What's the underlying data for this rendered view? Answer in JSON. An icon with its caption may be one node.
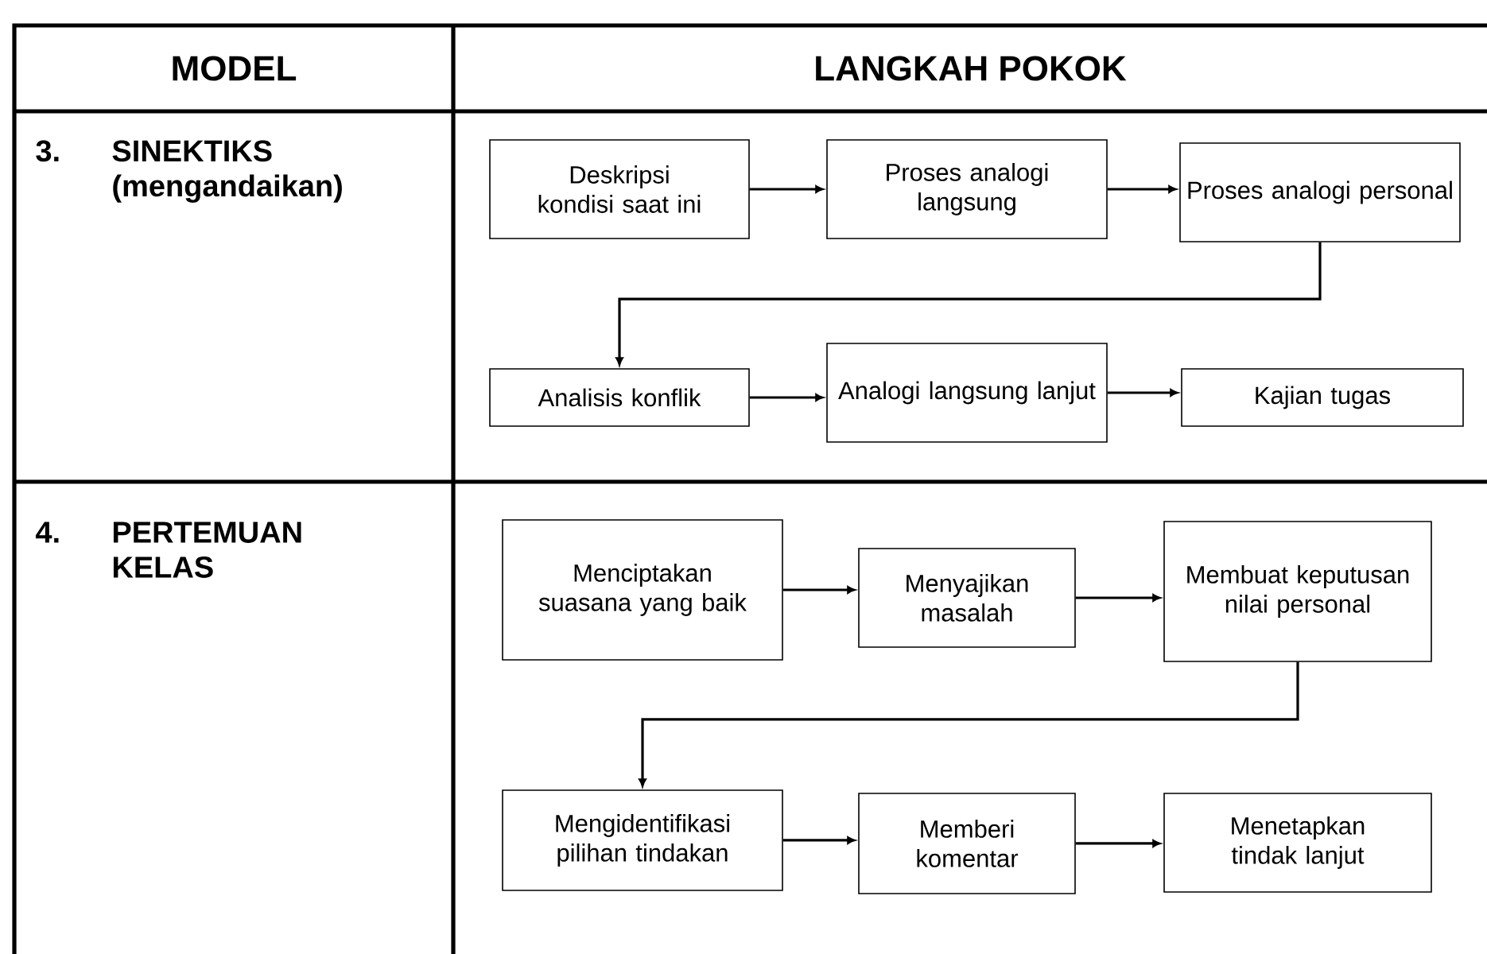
{
  "diagram": {
    "nodes": [
      {
        "text": [
          "Deskripsi kondisi saat ini"
        ]
      },
      {
        "text": [
          "Proses analogi langsung"
        ]
      },
      {
        "text": [
          "Proses analogi personal"
        ]
      },
      {
        "text": [
          "Analisis konflik"
        ]
      },
      {
        "text": [
          "Analogi langsung lanjut"
        ]
      },
      {
        "text": [
          "Kajian tugas"
        ]
      },
      {
        "text": [
          "Menciptakan suasana yang baik"
        ]
      },
      {
        "text": [
          "Menyajikan masalah"
        ]
      },
      {
        "text": [
          "Membuat keputusan nilai personal"
        ]
      },
      {
        "text": [
          "Mengidentifikasi pilihan tindakan"
        ]
      },
      {
        "text": [
          "Memberi komentar"
        ]
      },
      {
        "text": [
          "Menetapkan tindak lanjut"
        ]
      }
    ],
    "edges": [
      {
        "from": 0,
        "to": 1,
        "arrow": "to"
      },
      {
        "from": 1,
        "to": 2,
        "arrow": "to"
      },
      {
        "from": 2,
        "to": 3,
        "arrow": "to"
      },
      {
        "from": 3,
        "to": 4,
        "arrow": "to"
      },
      {
        "from": 4,
        "to": 5,
        "arrow": "to"
      },
      {
        "from": 6,
        "to": 7,
        "arrow": "to"
      },
      {
        "from": 7,
        "to": 8,
        "arrow": "to"
      },
      {
        "from": 8,
        "to": 9,
        "arrow": "to"
      },
      {
        "from": 9,
        "to": 10,
        "arrow": "to"
      },
      {
        "from": 10,
        "to": 11,
        "arrow": "to"
      }
    ],
    "labels": [
      "MODEL",
      "LANGKAH POKOK",
      "3.",
      "SINEKTIKS (mengandaikan)",
      "4.",
      "PERTEMUAN KELAS"
    ]
  }
}
